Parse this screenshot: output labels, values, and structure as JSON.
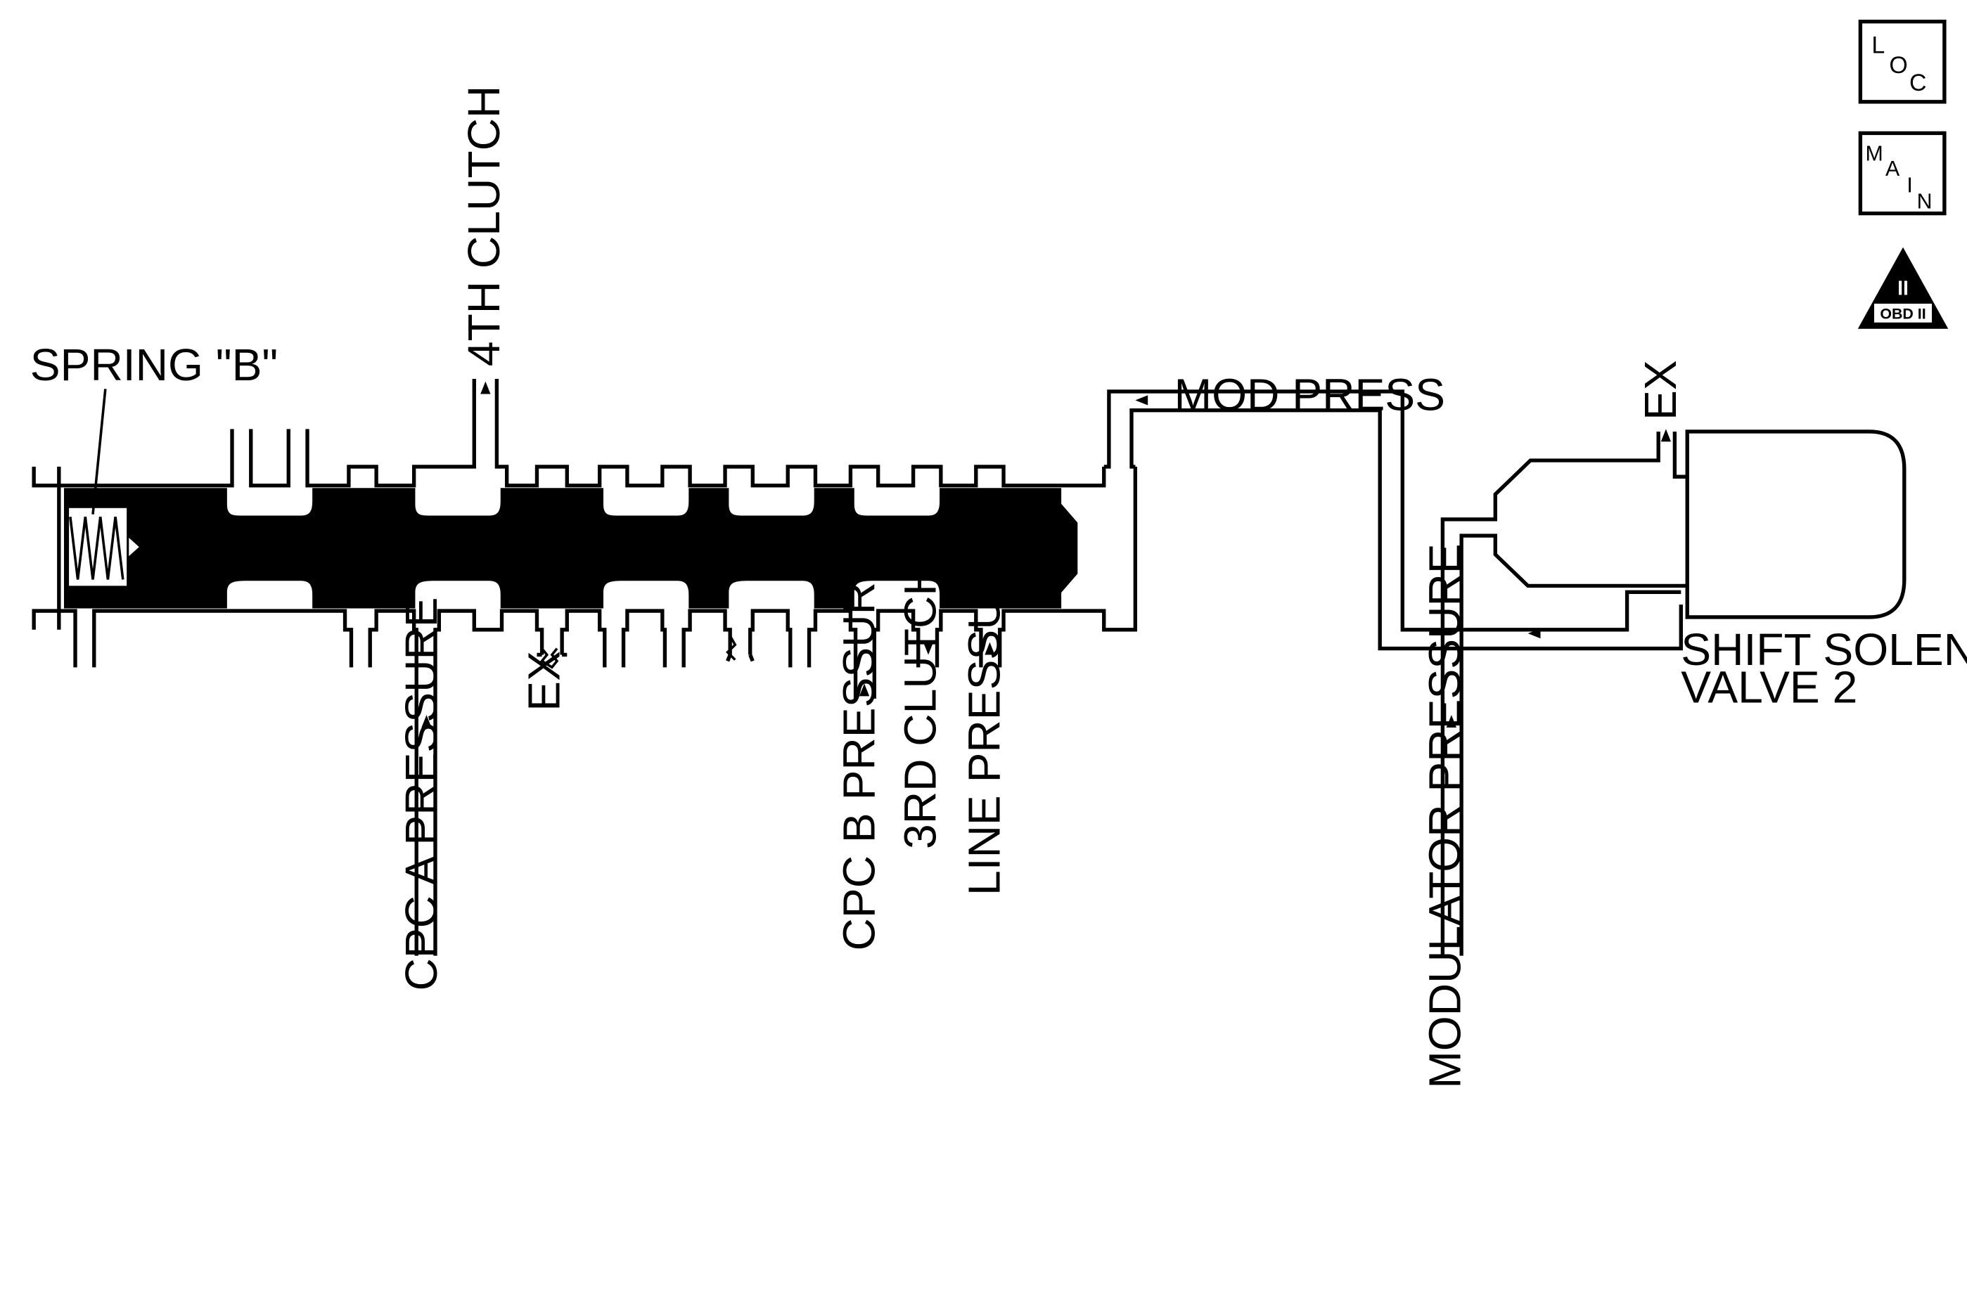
{
  "labels": {
    "spring": "SPRING \"B\"",
    "fourth_clutch": "4TH CLUTCH",
    "mod_press": "MOD PRESS",
    "ex_top": "EX",
    "ex_bottom": "EX",
    "cpc_a_pressure": "CPC A PRESSURE",
    "cpc_b_pressure": "CPC B PRESSURE",
    "third_clutch": "3RD CLUTCH",
    "line_pressure": "LINE PRESSURE",
    "modulator_pressure": "MODULATOR PRESSURE",
    "shift_solenoid_line1": "SHIFT SOLENOID",
    "shift_solenoid_line2": "VALVE 2"
  },
  "nav": {
    "loc": {
      "l": "L",
      "o": "O",
      "c": "C"
    },
    "main": {
      "m": "M",
      "a": "A",
      "i": "I",
      "n": "N"
    },
    "obd": {
      "numeral": "II",
      "text": "OBD II"
    }
  },
  "colors": {
    "ink": "#000000",
    "paper": "#ffffff"
  }
}
